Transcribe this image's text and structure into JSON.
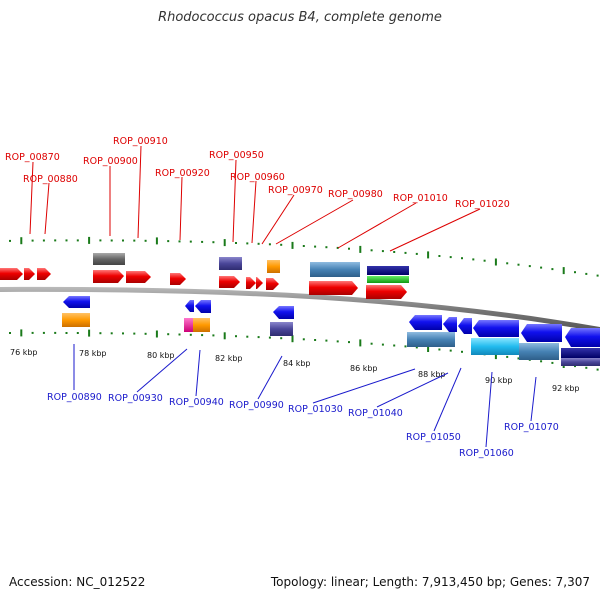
{
  "title": "Rhodococcus opacus B4, complete genome",
  "accession": "Accession: NC_012522",
  "summary": "Topology: linear; Length: 7,913,450 bp; Genes: 7,307",
  "colors": {
    "forward_label": "#dd0000",
    "reverse_label": "#1a1acc",
    "backbone": "#888888",
    "tick": "#1a7a1a"
  },
  "kbp_labels": [
    "76 kbp",
    "78 kbp",
    "80 kbp",
    "82 kbp",
    "84 kbp",
    "86 kbp",
    "88 kbp",
    "90 kbp",
    "92 kbp"
  ],
  "forward_genes": [
    {
      "label": "ROP_00870"
    },
    {
      "label": "ROP_00880"
    },
    {
      "label": "ROP_00900"
    },
    {
      "label": "ROP_00910"
    },
    {
      "label": "ROP_00920"
    },
    {
      "label": "ROP_00950"
    },
    {
      "label": "ROP_00960"
    },
    {
      "label": "ROP_00970"
    },
    {
      "label": "ROP_00980"
    },
    {
      "label": "ROP_01010"
    },
    {
      "label": "ROP_01020"
    }
  ],
  "reverse_genes": [
    {
      "label": "ROP_00890"
    },
    {
      "label": "ROP_00930"
    },
    {
      "label": "ROP_00940"
    },
    {
      "label": "ROP_00990"
    },
    {
      "label": "ROP_01030"
    },
    {
      "label": "ROP_01040"
    },
    {
      "label": "ROP_01050"
    },
    {
      "label": "ROP_01060"
    },
    {
      "label": "ROP_01070"
    }
  ]
}
